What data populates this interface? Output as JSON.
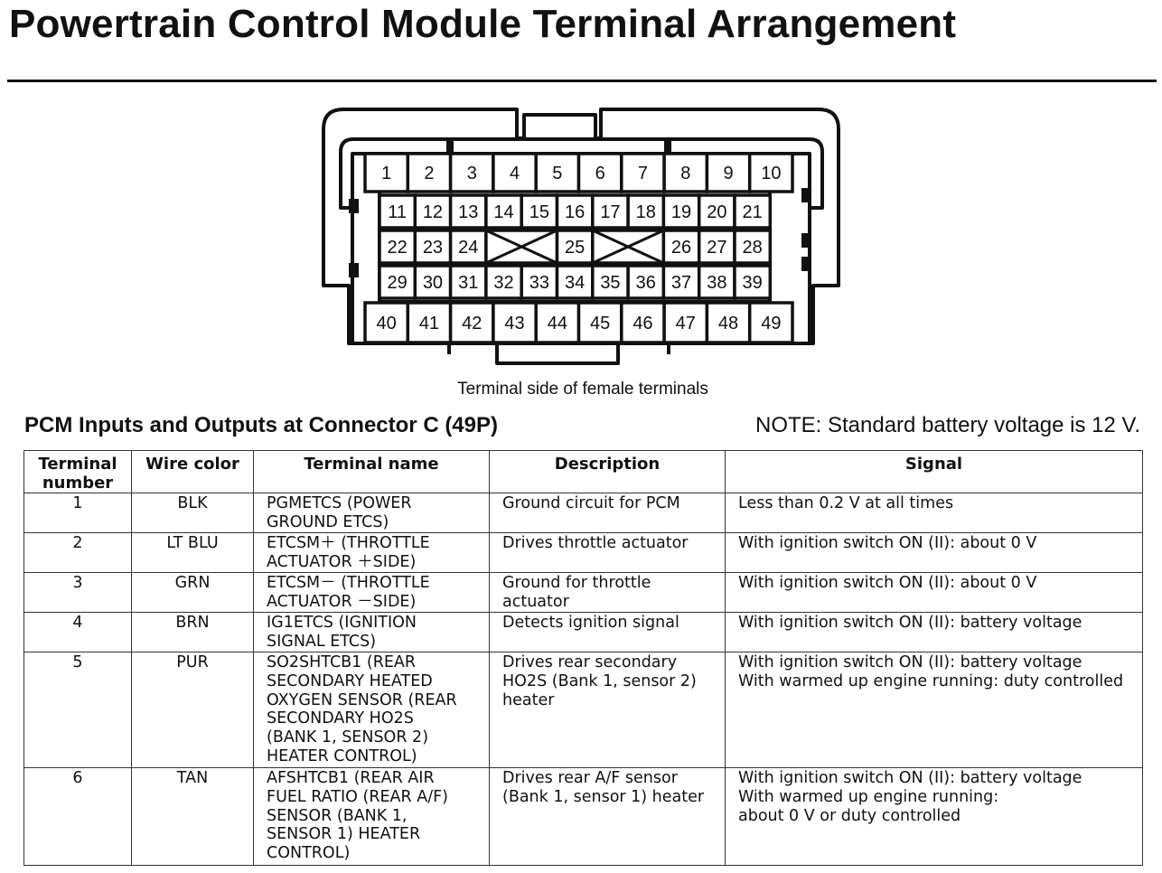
{
  "page": {
    "title": "Powertrain Control Module Terminal Arrangement"
  },
  "connector": {
    "caption": "Terminal side of female terminals",
    "rows": [
      [
        "1",
        "2",
        "3",
        "4",
        "5",
        "6",
        "7",
        "8",
        "9",
        "10"
      ],
      [
        "11",
        "12",
        "13",
        "14",
        "15",
        "16",
        "17",
        "18",
        "19",
        "20",
        "21"
      ],
      [
        "22",
        "23",
        "24",
        "X",
        "25",
        "X",
        "26",
        "27",
        "28"
      ],
      [
        "29",
        "30",
        "31",
        "32",
        "33",
        "34",
        "35",
        "36",
        "37",
        "38",
        "39"
      ],
      [
        "40",
        "41",
        "42",
        "43",
        "44",
        "45",
        "46",
        "47",
        "48",
        "49"
      ]
    ]
  },
  "section": {
    "title": "PCM Inputs and Outputs at Connector C (49P)",
    "note": "NOTE: Standard battery voltage is 12 V."
  },
  "table": {
    "headers": [
      "Terminal\nnumber",
      "Wire color",
      "Terminal name",
      "Description",
      "Signal"
    ],
    "rows": [
      {
        "terminal": "1",
        "wire": "BLK",
        "name": "PGMETCS (POWER\nGROUND ETCS)",
        "description": "Ground circuit for PCM",
        "signal": "Less than 0.2 V at all times"
      },
      {
        "terminal": "2",
        "wire": "LT BLU",
        "name": "ETCSM＋ (THROTTLE\nACTUATOR ＋SIDE)",
        "description": "Drives throttle actuator",
        "signal": "With ignition switch ON (II): about 0 V"
      },
      {
        "terminal": "3",
        "wire": "GRN",
        "name": "ETCSM－ (THROTTLE\nACTUATOR －SIDE)",
        "description": "Ground for throttle\nactuator",
        "signal": "With ignition switch ON (II): about 0 V"
      },
      {
        "terminal": "4",
        "wire": "BRN",
        "name": "IG1ETCS (IGNITION\nSIGNAL ETCS)",
        "description": "Detects ignition signal",
        "signal": "With ignition switch ON (II): battery voltage"
      },
      {
        "terminal": "5",
        "wire": "PUR",
        "name": "SO2SHTCB1 (REAR\nSECONDARY HEATED\nOXYGEN SENSOR (REAR\nSECONDARY HO2S\n(BANK 1, SENSOR 2)\nHEATER CONTROL)",
        "description": "Drives rear secondary\nHO2S (Bank 1, sensor 2)\nheater",
        "signal": "With ignition switch ON (II): battery voltage\nWith warmed up engine running: duty controlled"
      },
      {
        "terminal": "6",
        "wire": "TAN",
        "name": "AFSHTCB1 (REAR AIR\nFUEL RATIO (REAR A/F)\nSENSOR (BANK 1,\nSENSOR 1) HEATER\nCONTROL)",
        "description": "Drives rear A/F sensor\n(Bank 1, sensor 1) heater",
        "signal": "With ignition switch ON (II): battery voltage\nWith warmed up engine running:\nabout 0 V or duty controlled"
      }
    ]
  }
}
